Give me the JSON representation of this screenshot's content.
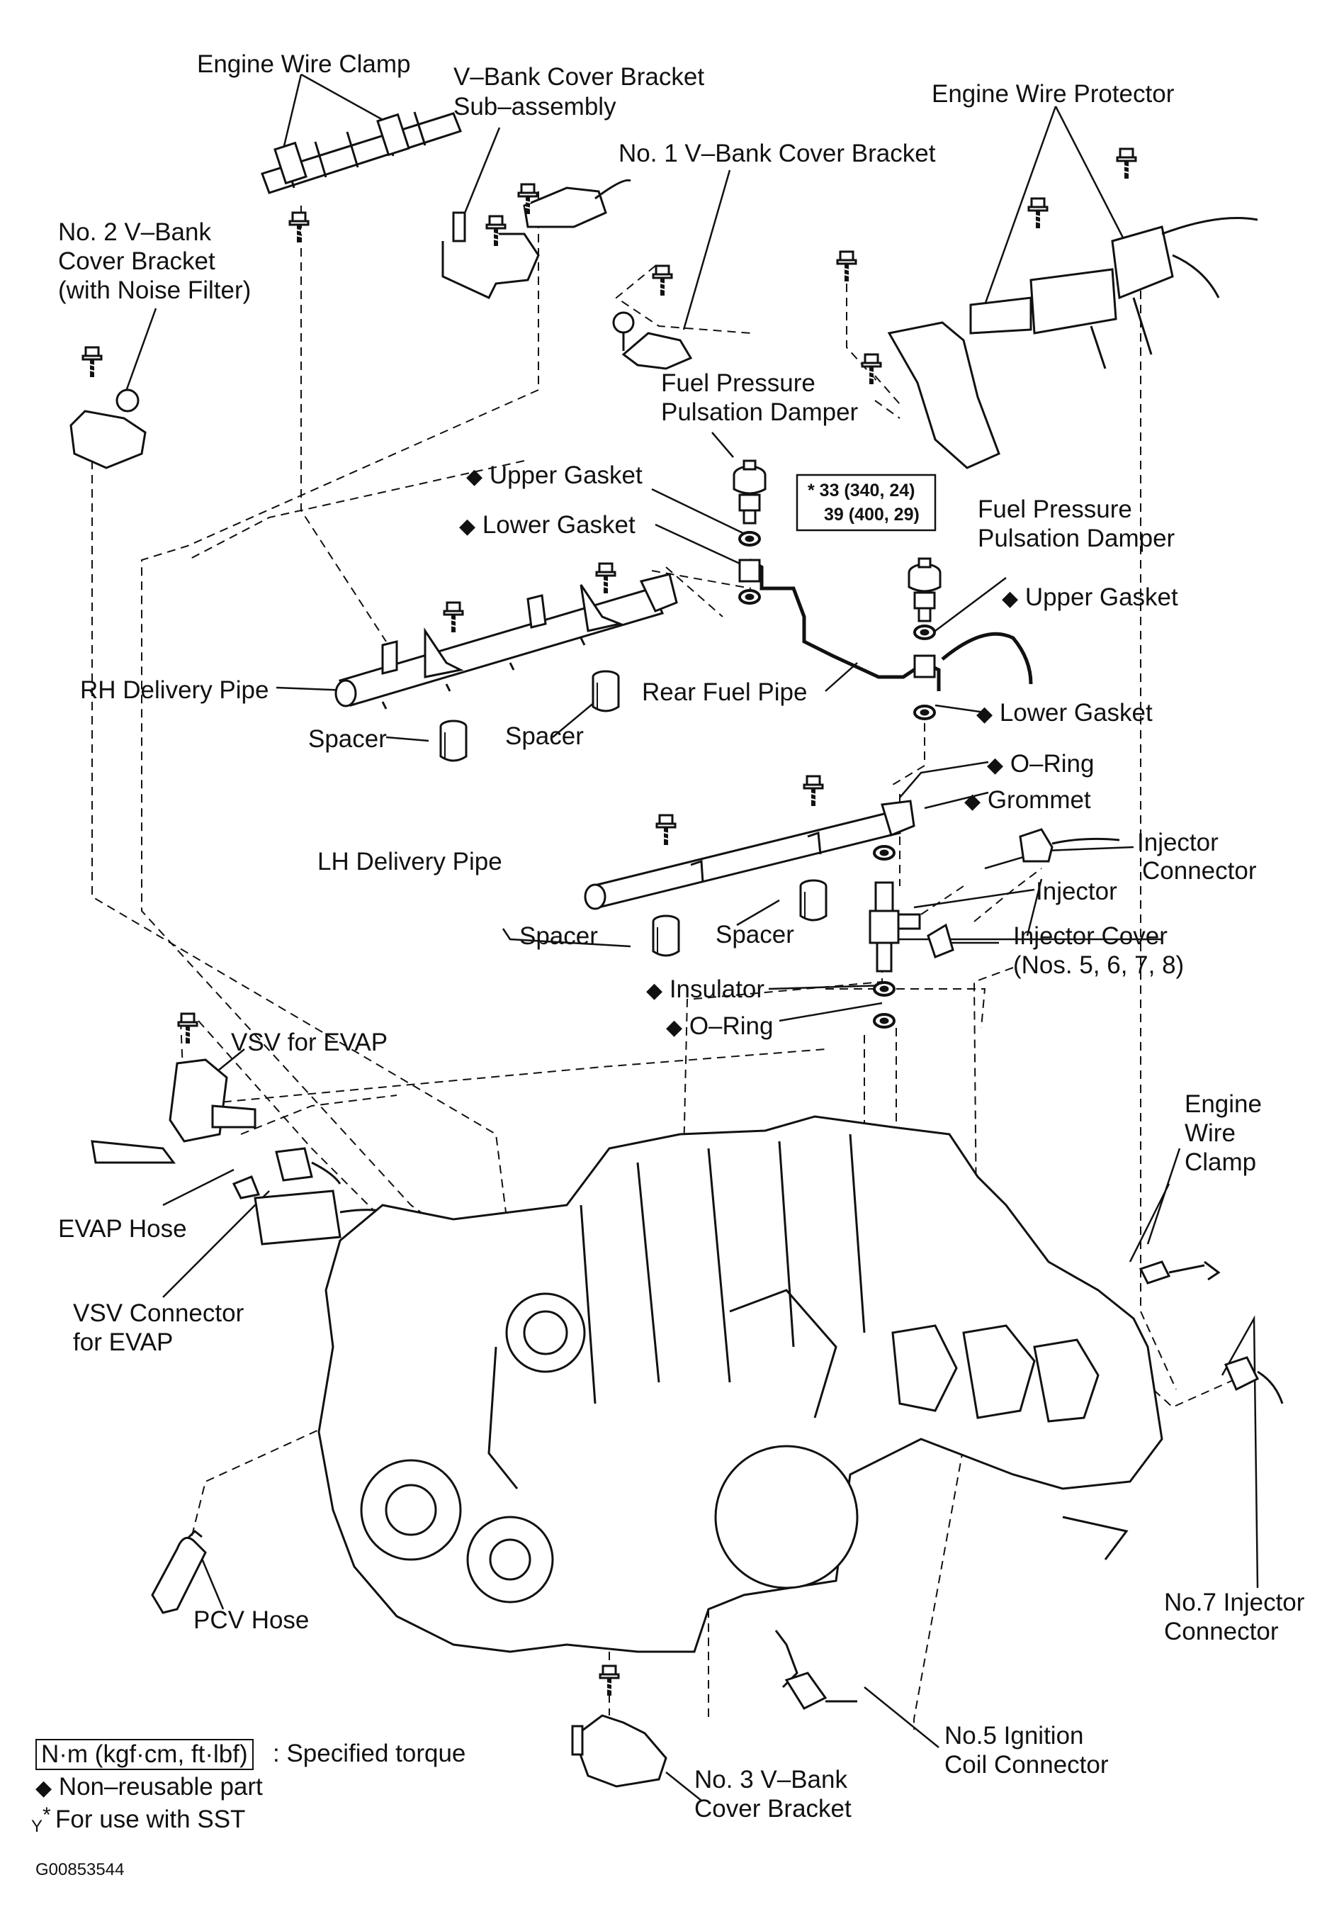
{
  "labels": {
    "engine_wire_clamp_top": "Engine Wire Clamp",
    "v_bank_cover_bracket_sub_1": "V–Bank Cover Bracket",
    "v_bank_cover_bracket_sub_2": "Sub–assembly",
    "no1_v_bank_cover_bracket": "No. 1 V–Bank Cover Bracket",
    "engine_wire_protector": "Engine Wire Protector",
    "no2_v_bank_1": "No. 2 V–Bank",
    "no2_v_bank_2": "Cover Bracket",
    "no2_v_bank_3": "(with Noise Filter)",
    "fppd_1_line1": "Fuel Pressure",
    "fppd_1_line2": "Pulsation Damper",
    "upper_gasket_1": "Upper Gasket",
    "lower_gasket_1": "Lower Gasket",
    "fppd_2_line1": "Fuel Pressure",
    "fppd_2_line2": "Pulsation Damper",
    "upper_gasket_2": "Upper Gasket",
    "rh_delivery_pipe": "RH Delivery Pipe",
    "rear_fuel_pipe": "Rear Fuel Pipe",
    "lower_gasket_2": "Lower Gasket",
    "spacer_1": "Spacer",
    "spacer_2": "Spacer",
    "o_ring_1": "O–Ring",
    "grommet": "Grommet",
    "injector_connector_1": "Injector",
    "injector_connector_2": "Connector",
    "lh_delivery_pipe": "LH Delivery Pipe",
    "injector": "Injector",
    "injector_cover_1": "Injector Cover",
    "injector_cover_2": "(Nos. 5, 6, 7, 8)",
    "spacer_3": "Spacer",
    "spacer_4": "Spacer",
    "insulator": "Insulator",
    "o_ring_2": "O–Ring",
    "vsv_for_evap": "VSV for EVAP",
    "engine_wire_clamp_right_1": "Engine",
    "engine_wire_clamp_right_2": "Wire",
    "engine_wire_clamp_right_3": "Clamp",
    "evap_hose": "EVAP Hose",
    "vsv_connector_1": "VSV Connector",
    "vsv_connector_2": "for EVAP",
    "pcv_hose": "PCV Hose",
    "no7_injector_connector_1": "No.7 Injector",
    "no7_injector_connector_2": "Connector",
    "no5_ignition_1": "No.5 Ignition",
    "no5_ignition_2": "Coil Connector",
    "no3_v_bank_1": "No. 3 V–Bank",
    "no3_v_bank_2": "Cover Bracket"
  },
  "torque": {
    "line1": "* 33 (340, 24)",
    "line2": "39 (400, 29)"
  },
  "legend": {
    "torque_units": "N·m (kgf·cm, ft·lbf)",
    "torque_desc": ": Specified torque",
    "non_reusable": "Non–reusable part",
    "sst_marker": "*",
    "sst_y": "Y",
    "sst_desc": "For use with SST"
  },
  "diamond_symbol": "◆",
  "figure_id": "G00853544",
  "colors": {
    "ink": "#111111",
    "background": "#ffffff"
  }
}
